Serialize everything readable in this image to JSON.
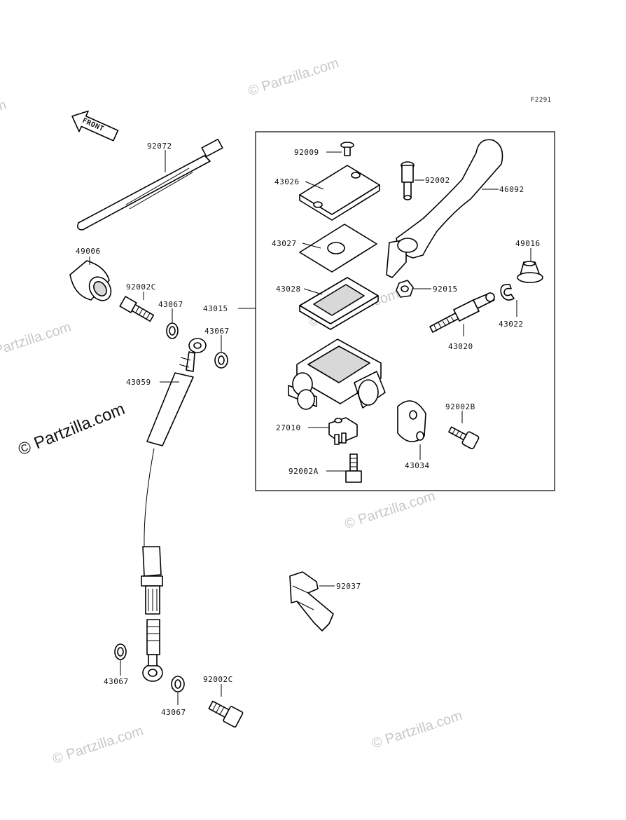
{
  "diagram_code": "F2291",
  "front_label": "FRONT",
  "watermark": "© Partzilla.com",
  "parts": {
    "p92072": "92072",
    "p49006": "49006",
    "p92002C_top": "92002C",
    "p43067_a": "43067",
    "p43067_b": "43067",
    "p43015": "43015",
    "p43059": "43059",
    "p92009": "92009",
    "p43026": "43026",
    "p43027": "43027",
    "p43028": "43028",
    "p92002": "92002",
    "p46092": "46092",
    "p49016": "49016",
    "p92015": "92015",
    "p43022": "43022",
    "p43020": "43020",
    "p27010": "27010",
    "p92002B": "92002B",
    "p43034": "43034",
    "p92002A": "92002A",
    "p92037": "92037",
    "p43067_c": "43067",
    "p43067_d": "43067",
    "p92002C_bottom": "92002C"
  }
}
